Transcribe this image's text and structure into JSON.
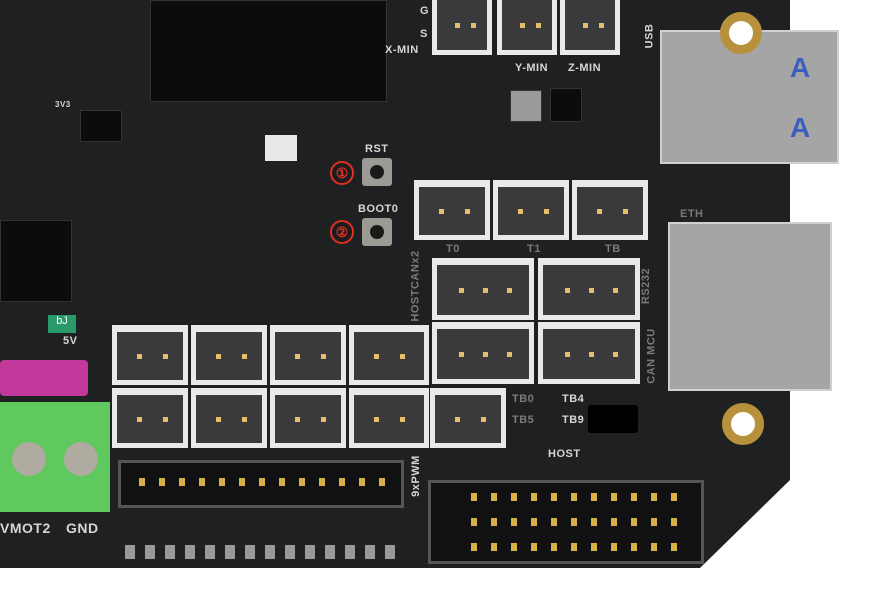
{
  "labels": {
    "g": "G",
    "s": "S",
    "x_min": "X-MIN",
    "y_min": "Y-MIN",
    "z_min": "Z-MIN",
    "usb": "USB",
    "v3v3": "3V3",
    "rst": "RST",
    "boot0": "BOOT0",
    "callout_1": "①",
    "callout_2": "②",
    "t0": "T0",
    "t1": "T1",
    "tb": "TB",
    "hostcan": "HOSTCANx2",
    "rs232": "RS232",
    "can_mcu": "CAN MCU",
    "eth": "ETH",
    "tb0": "TB0",
    "tb5": "TB5",
    "tb4": "TB4",
    "tb9": "TB9",
    "host": "HOST",
    "pwm": "9xPWM",
    "v5": "5V",
    "fuse": "bJ",
    "vmot2": "VMOT2",
    "gnd": "GND"
  },
  "colors": {
    "board": "#1f2022",
    "callout": "#e03020",
    "terminal": "#5fc85f",
    "switch": "#c0389a"
  }
}
